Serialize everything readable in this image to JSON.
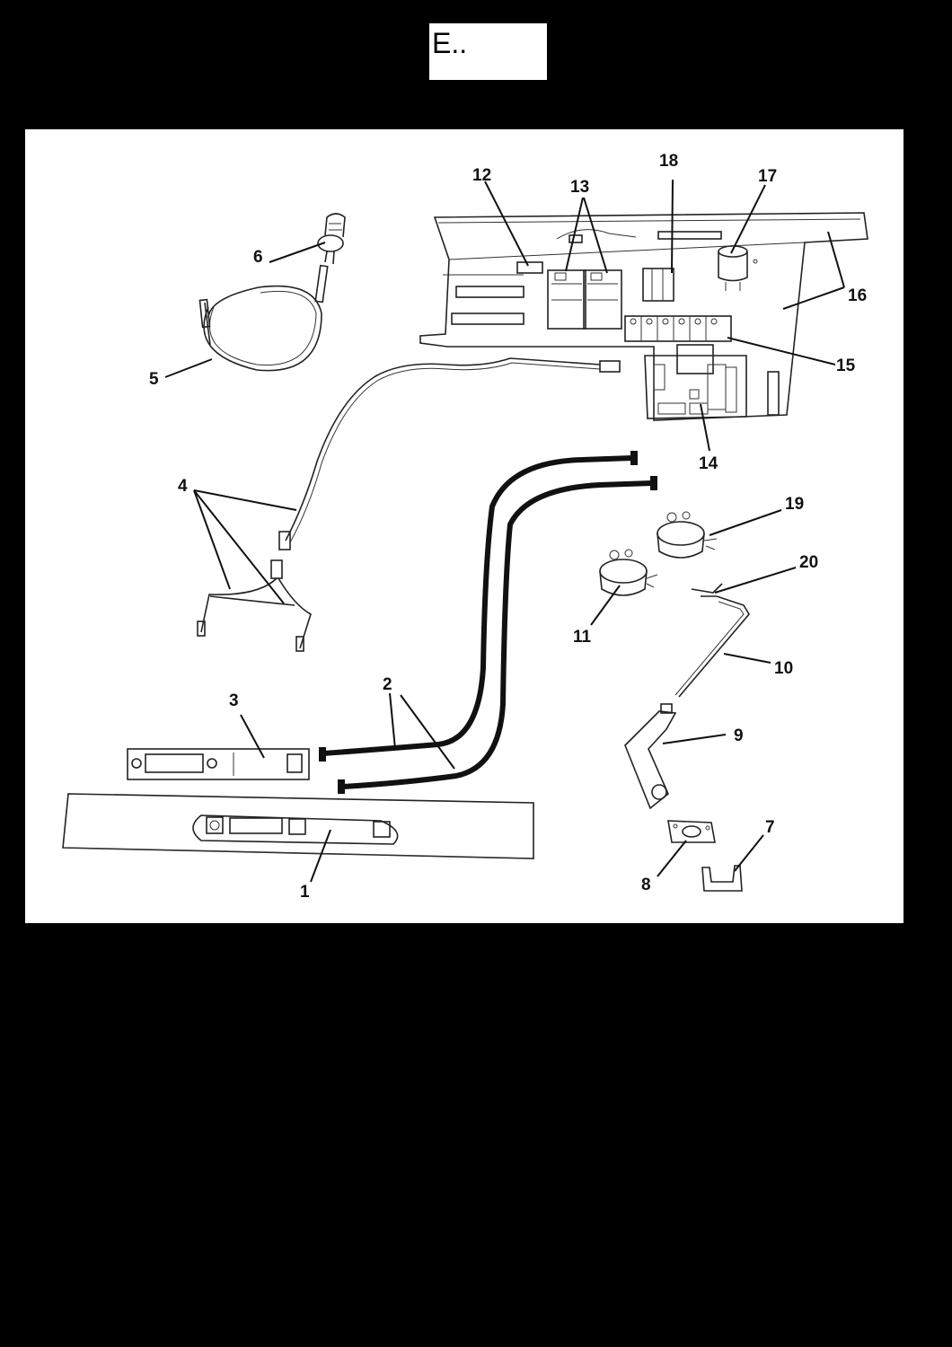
{
  "header": {
    "title": "E.."
  },
  "diagram": {
    "callouts": [
      "1",
      "2",
      "3",
      "4",
      "5",
      "6",
      "7",
      "8",
      "9",
      "10",
      "11",
      "12",
      "13",
      "14",
      "15",
      "16",
      "17",
      "18",
      "19",
      "20"
    ]
  }
}
